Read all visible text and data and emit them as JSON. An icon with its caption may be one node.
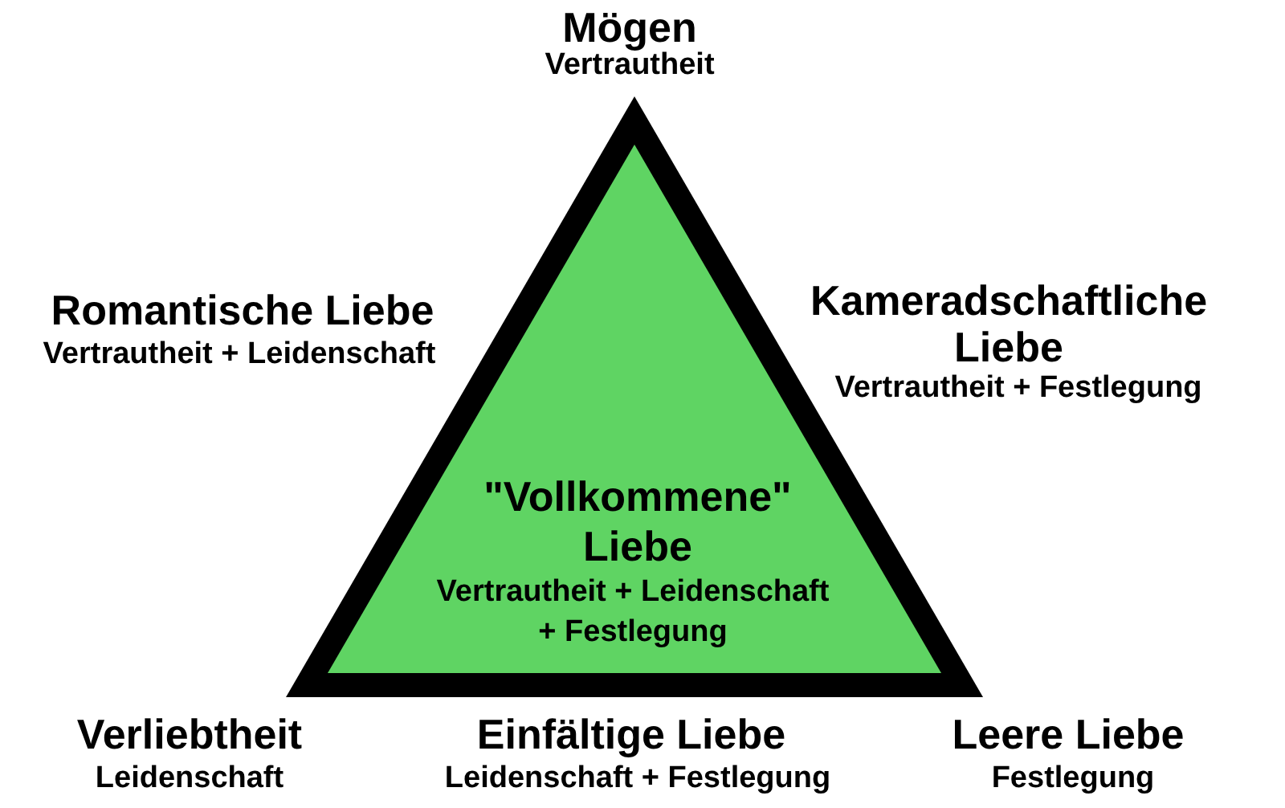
{
  "diagram": {
    "nodes": [
      {
        "text": [
          "\"Vollkommene\" Liebe",
          "Vertrautheit + Leidenschaft + Festlegung"
        ]
      }
    ],
    "labels": [
      "Mögen",
      "Vertrautheit",
      "Romantische Liebe",
      "Vertrautheit + Leidenschaft",
      "Kameradschaftliche Liebe",
      "Vertrautheit + Festlegung",
      "Verliebtheit",
      "Leidenschaft",
      "Einfältige Liebe",
      "Leidenschaft + Festlegung",
      "Leere Liebe",
      "Festlegung"
    ]
  }
}
